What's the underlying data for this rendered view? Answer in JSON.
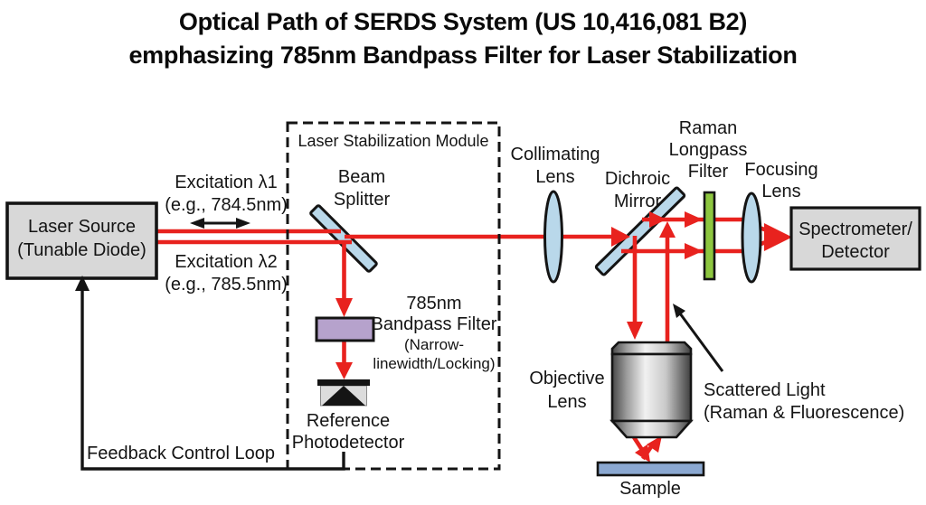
{
  "title": {
    "line1": "Optical Path of SERDS System (US 10,416,081 B2)",
    "line2": "emphasizing 785nm Bandpass Filter for Laser Stabilization"
  },
  "labels": {
    "laser_source": [
      "Laser Source",
      "(Tunable Diode)"
    ],
    "excitation1": [
      "Excitation λ1",
      "(e.g., 784.5nm)"
    ],
    "excitation2": [
      "Excitation λ2",
      "(e.g., 785.5nm)"
    ],
    "module": "Laser Stabilization Module",
    "beam_splitter": [
      "Beam",
      "Splitter"
    ],
    "bandpass_filter": [
      "785nm",
      "Bandpass Filter",
      "(Narrow-",
      "linewidth/Locking)"
    ],
    "photodetector": [
      "Reference",
      "Photodetector"
    ],
    "feedback": "Feedback Control Loop",
    "collimating_lens": [
      "Collimating",
      "Lens"
    ],
    "dichroic_mirror": [
      "Dichroic",
      "Mirror"
    ],
    "longpass_filter": [
      "Raman",
      "Longpass",
      "Filter"
    ],
    "focusing_lens": [
      "Focusing",
      "Lens"
    ],
    "spectrometer": [
      "Spectrometer/",
      "Detector"
    ],
    "objective_lens": [
      "Objective",
      "Lens"
    ],
    "scattered_light": [
      "Scattered Light",
      "(Raman & Fluorescence)"
    ],
    "sample": "Sample"
  },
  "colors": {
    "beam_red": "#e8221e",
    "optic_blue": "#b9d8ea",
    "filter_purple": "#b6a2cc",
    "filter_green": "#8dc63f",
    "box_gray": "#d8d8d8",
    "detector_gray": "#dcdcdc",
    "sample_blue": "#8ba8d1",
    "line_black": "#141414"
  }
}
